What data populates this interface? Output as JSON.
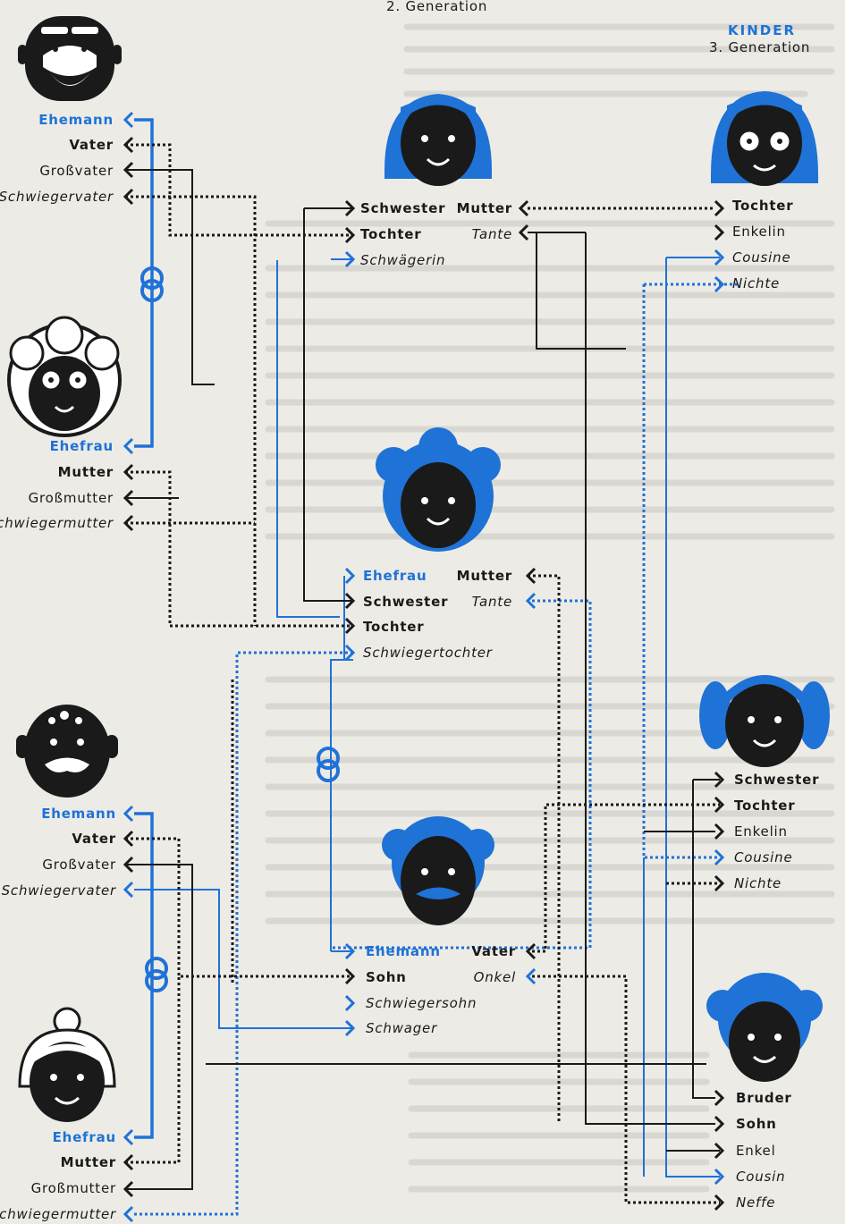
{
  "headers": {
    "gen2": "2. Generation",
    "kinder": "KINDER",
    "gen3": "3. Generation"
  },
  "grandparents_a": {
    "husband": [
      "Ehemann",
      "Vater",
      "Großvater",
      "Schwiegervater"
    ],
    "wife": [
      "Ehefrau",
      "Mutter",
      "Großmutter",
      "Schwiegermutter"
    ]
  },
  "grandparents_b": {
    "husband": [
      "Ehemann",
      "Vater",
      "Großvater",
      "Schwiegervater"
    ],
    "wife": [
      "Ehefrau",
      "Mutter",
      "Großmutter",
      "Schwiegermutter"
    ]
  },
  "gen2": {
    "aunt": [
      "Schwester",
      "Tochter",
      "Schwägerin"
    ],
    "aunt_right": [
      "Mutter",
      "Tante"
    ],
    "mother": [
      "Ehefrau",
      "Schwester",
      "Tochter",
      "Schwiegertochter"
    ],
    "mother_right": [
      "Mutter",
      "Tante"
    ],
    "father": [
      "Ehemann",
      "Sohn",
      "Schwiegersohn",
      "Schwager"
    ],
    "father_right": [
      "Vater",
      "Onkel"
    ]
  },
  "gen3": {
    "cousin_female": [
      "Tochter",
      "Enkelin",
      "Cousine",
      "Nichte"
    ],
    "girl": [
      "Schwester",
      "Tochter",
      "Enkelin",
      "Cousine",
      "Nichte"
    ],
    "boy": [
      "Bruder",
      "Sohn",
      "Enkel",
      "Cousin",
      "Neffe"
    ]
  },
  "colors": {
    "blue": "#1f72d6",
    "black": "#1a1a1a",
    "background": "#ecebe6"
  },
  "icons": [
    "grandfather-a-face-icon",
    "grandmother-a-face-icon",
    "aunt-face-icon",
    "mother-face-icon",
    "father-face-icon",
    "grandfather-b-face-icon",
    "grandmother-b-face-icon",
    "cousin-girl-face-icon",
    "girl-face-icon",
    "boy-face-icon",
    "marriage-rings-icon"
  ]
}
